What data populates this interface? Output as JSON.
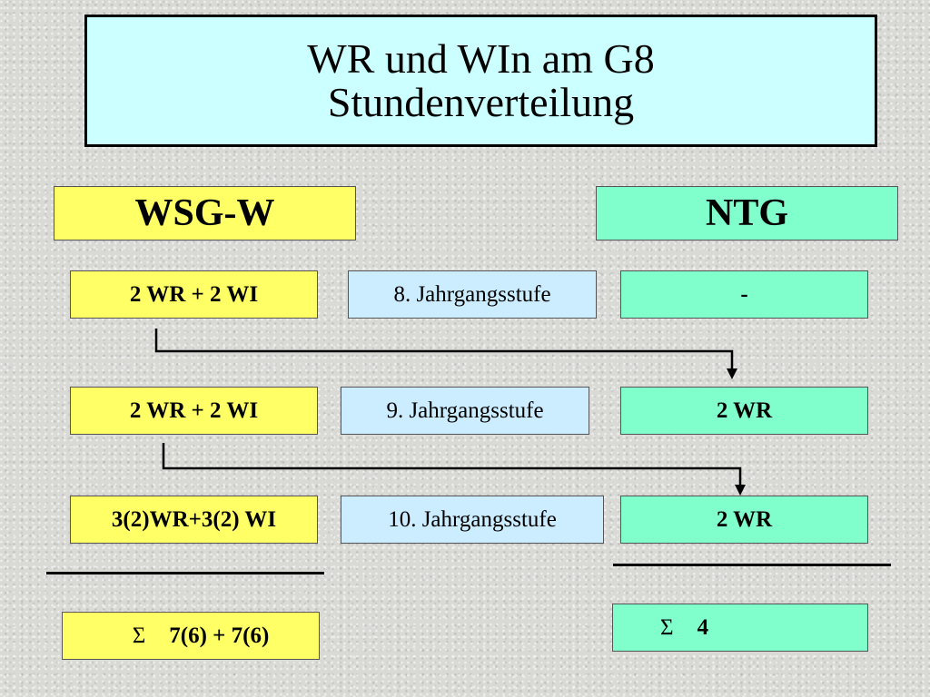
{
  "title": {
    "line1": "WR und WIn am G8",
    "line2": "Stundenverteilung"
  },
  "columns": {
    "left_header": "WSG-W",
    "right_header": "NTG"
  },
  "rows": [
    {
      "left": "2 WR + 2 WI",
      "middle": "8. Jahrgangsstufe",
      "right": "-"
    },
    {
      "left": "2 WR + 2 WI",
      "middle": "9. Jahrgangsstufe",
      "right": "2 WR"
    },
    {
      "left": "3(2)WR+3(2) WI",
      "middle": "10. Jahrgangsstufe",
      "right": "2 WR"
    }
  ],
  "totals": {
    "sigma_symbol": "Σ",
    "left_value": "7(6) + 7(6)",
    "right_value": "4"
  },
  "colors": {
    "title_bg": "#ccffff",
    "wsg_yellow": "#ffff66",
    "ntg_green": "#80ffcc",
    "grade_blue": "#ccecff"
  }
}
